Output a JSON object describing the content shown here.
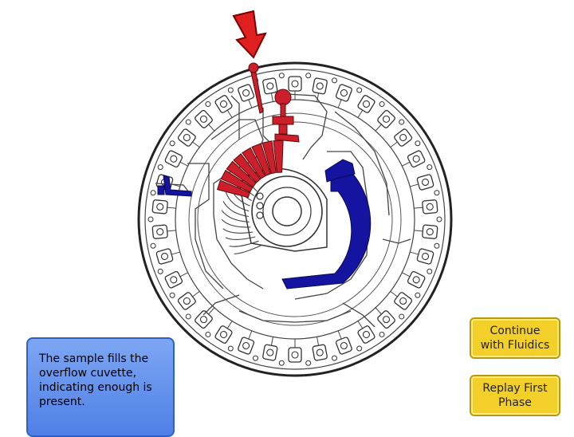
{
  "caption": {
    "text": "The sample fills the overflow cuvette, indicating enough is present."
  },
  "buttons": {
    "continue_label": "Continue\nwith Fluidics",
    "replay_label": "Replay First\nPhase"
  },
  "colors": {
    "sample_red": "#cc1f2b",
    "fluid_blue": "#1414a0",
    "arrow_red": "#e02020",
    "caption_blue": "#6b97ef",
    "button_yellow": "#f3cf2a"
  },
  "icons": {
    "pointer": "red-down-arrow-icon"
  }
}
